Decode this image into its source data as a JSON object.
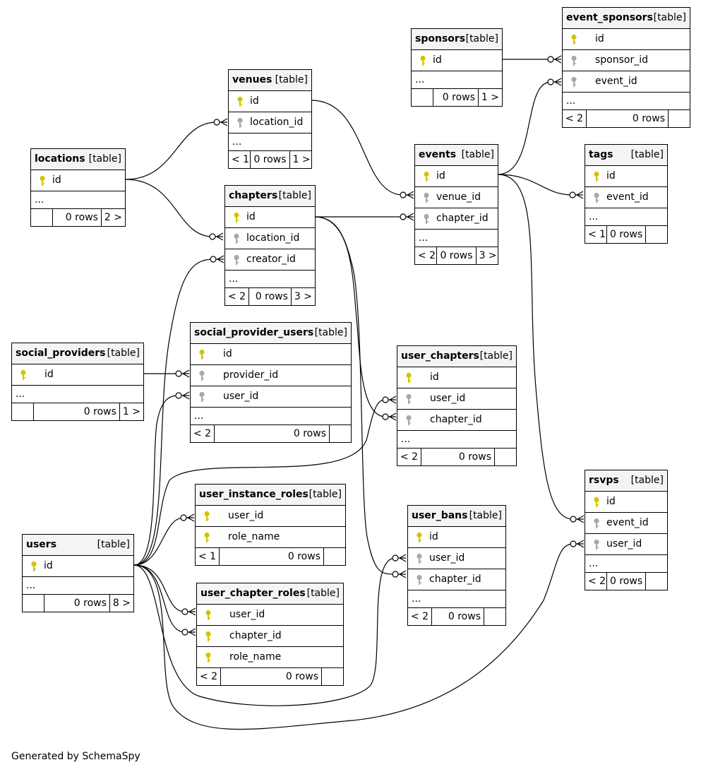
{
  "footer": "Generated by SchemaSpy",
  "tables": [
    {
      "key": "sponsors",
      "name": "sponsors",
      "type": "[table]",
      "cols": [
        {
          "name": "id",
          "pk": true
        }
      ],
      "more": "...",
      "prev": "",
      "rows": "0 rows",
      "next": "1 >"
    },
    {
      "key": "event_sponsors",
      "name": "event_sponsors",
      "type": "[table]",
      "cols": [
        {
          "name": "id",
          "pk": true
        },
        {
          "name": "sponsor_id",
          "pk": false
        },
        {
          "name": "event_id",
          "pk": false
        }
      ],
      "more": "...",
      "prev": "< 2",
      "rows": "0 rows",
      "next": ""
    },
    {
      "key": "venues",
      "name": "venues",
      "type": "[table]",
      "cols": [
        {
          "name": "id",
          "pk": true
        },
        {
          "name": "location_id",
          "pk": false
        }
      ],
      "more": "...",
      "prev": "< 1",
      "rows": "0 rows",
      "next": "1 >"
    },
    {
      "key": "locations",
      "name": "locations",
      "type": "[table]",
      "cols": [
        {
          "name": "id",
          "pk": true
        }
      ],
      "more": "...",
      "prev": "",
      "rows": "0 rows",
      "next": "2 >"
    },
    {
      "key": "chapters",
      "name": "chapters",
      "type": "[table]",
      "cols": [
        {
          "name": "id",
          "pk": true
        },
        {
          "name": "location_id",
          "pk": false
        },
        {
          "name": "creator_id",
          "pk": false
        }
      ],
      "more": "...",
      "prev": "< 2",
      "rows": "0 rows",
      "next": "3 >"
    },
    {
      "key": "events",
      "name": "events",
      "type": "[table]",
      "cols": [
        {
          "name": "id",
          "pk": true
        },
        {
          "name": "venue_id",
          "pk": false
        },
        {
          "name": "chapter_id",
          "pk": false
        }
      ],
      "more": "...",
      "prev": "< 2",
      "rows": "0 rows",
      "next": "3 >"
    },
    {
      "key": "tags",
      "name": "tags",
      "type": "[table]",
      "cols": [
        {
          "name": "id",
          "pk": true
        },
        {
          "name": "event_id",
          "pk": false
        }
      ],
      "more": "...",
      "prev": "< 1",
      "rows": "0 rows",
      "next": ""
    },
    {
      "key": "social_providers",
      "name": "social_providers",
      "type": "[table]",
      "cols": [
        {
          "name": "id",
          "pk": true
        }
      ],
      "more": "...",
      "prev": "",
      "rows": "0 rows",
      "next": "1 >"
    },
    {
      "key": "social_provider_users",
      "name": "social_provider_users",
      "type": "[table]",
      "cols": [
        {
          "name": "id",
          "pk": true
        },
        {
          "name": "provider_id",
          "pk": false
        },
        {
          "name": "user_id",
          "pk": false
        }
      ],
      "more": "...",
      "prev": "< 2",
      "rows": "0 rows",
      "next": ""
    },
    {
      "key": "user_chapters",
      "name": "user_chapters",
      "type": "[table]",
      "cols": [
        {
          "name": "id",
          "pk": true
        },
        {
          "name": "user_id",
          "pk": false
        },
        {
          "name": "chapter_id",
          "pk": false
        }
      ],
      "more": "...",
      "prev": "< 2",
      "rows": "0 rows",
      "next": ""
    },
    {
      "key": "user_instance_roles",
      "name": "user_instance_roles",
      "type": "[table]",
      "cols": [
        {
          "name": "user_id",
          "pk": true
        },
        {
          "name": "role_name",
          "pk": true
        }
      ],
      "more": "",
      "prev": "< 1",
      "rows": "0 rows",
      "next": ""
    },
    {
      "key": "users",
      "name": "users",
      "type": "[table]",
      "cols": [
        {
          "name": "id",
          "pk": true
        }
      ],
      "more": "...",
      "prev": "",
      "rows": "0 rows",
      "next": "8 >"
    },
    {
      "key": "user_bans",
      "name": "user_bans",
      "type": "[table]",
      "cols": [
        {
          "name": "id",
          "pk": true
        },
        {
          "name": "user_id",
          "pk": false
        },
        {
          "name": "chapter_id",
          "pk": false
        }
      ],
      "more": "...",
      "prev": "< 2",
      "rows": "0 rows",
      "next": ""
    },
    {
      "key": "rsvps",
      "name": "rsvps",
      "type": "[table]",
      "cols": [
        {
          "name": "id",
          "pk": true
        },
        {
          "name": "event_id",
          "pk": false
        },
        {
          "name": "user_id",
          "pk": false
        }
      ],
      "more": "...",
      "prev": "< 2",
      "rows": "0 rows",
      "next": ""
    },
    {
      "key": "user_chapter_roles",
      "name": "user_chapter_roles",
      "type": "[table]",
      "cols": [
        {
          "name": "user_id",
          "pk": true
        },
        {
          "name": "chapter_id",
          "pk": true
        },
        {
          "name": "role_name",
          "pk": true
        }
      ],
      "more": "",
      "prev": "< 2",
      "rows": "0 rows",
      "next": ""
    }
  ],
  "colors": {
    "pk_key": "#d4c400",
    "fk_key": "#a8a8a8",
    "header_bg": "#f4f4f4"
  }
}
